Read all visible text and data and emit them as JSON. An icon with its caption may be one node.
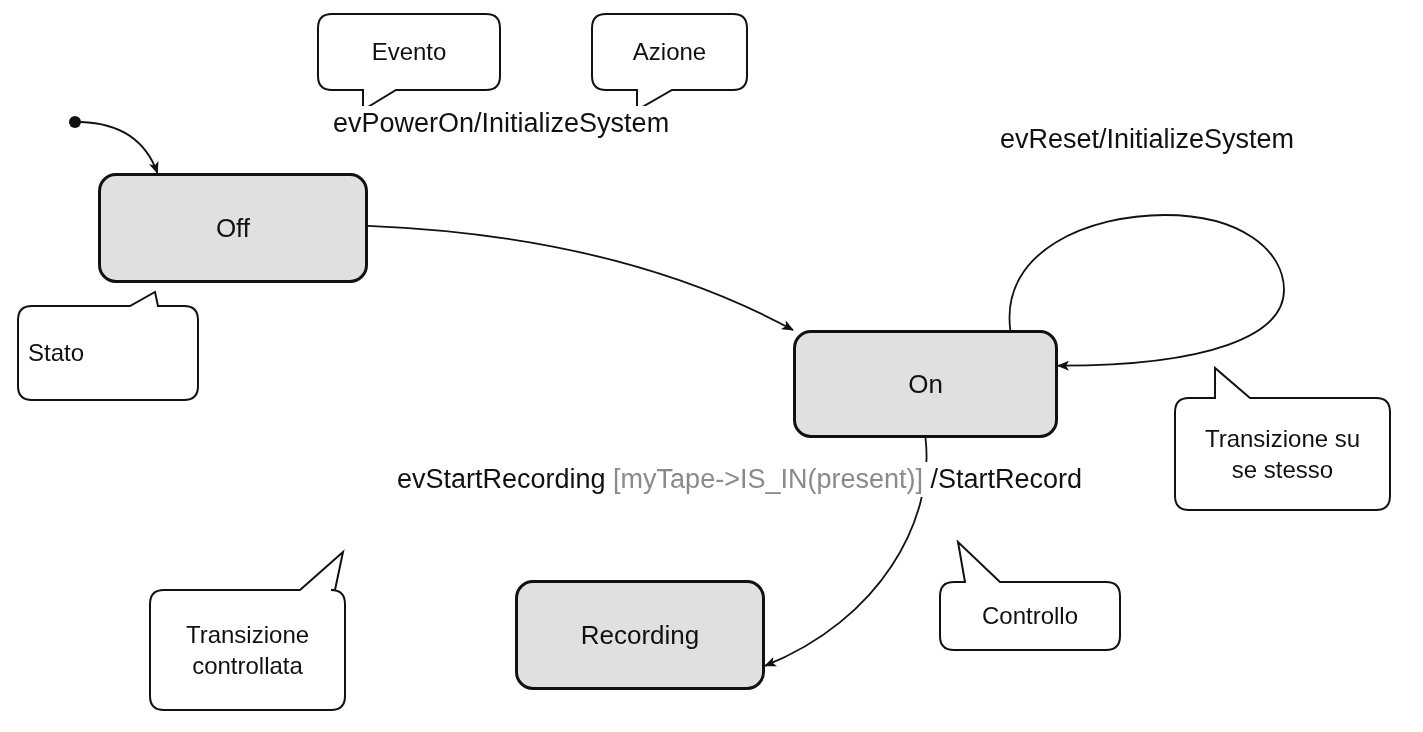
{
  "diagram": {
    "nodes": [
      {
        "text": [],
        "shape": "circle"
      },
      {
        "text": [
          "Off"
        ]
      },
      {
        "text": [
          "On"
        ]
      },
      {
        "text": [
          "Recording"
        ]
      },
      {
        "text": [
          "Evento"
        ]
      },
      {
        "text": [
          "Azione"
        ]
      },
      {
        "text": [
          "Stato"
        ]
      },
      {
        "text": [
          "Transizione su se stesso"
        ]
      },
      {
        "text": [
          "Controllo"
        ]
      },
      {
        "text": [
          "Transizione controllata"
        ]
      }
    ],
    "edges": [
      {
        "from": 0,
        "to": 1,
        "arrow": "to"
      },
      {
        "from": 1,
        "to": 2,
        "arrow": "to",
        "label": "evPowerOn/InitializeSystem"
      },
      {
        "from": 2,
        "to": 2,
        "arrow": "to",
        "label": "evReset/InitializeSystem"
      },
      {
        "from": 2,
        "to": 3,
        "arrow": "to",
        "label": "evStartRecording [myTape->IS_IN(present)] /StartRecord"
      }
    ]
  }
}
